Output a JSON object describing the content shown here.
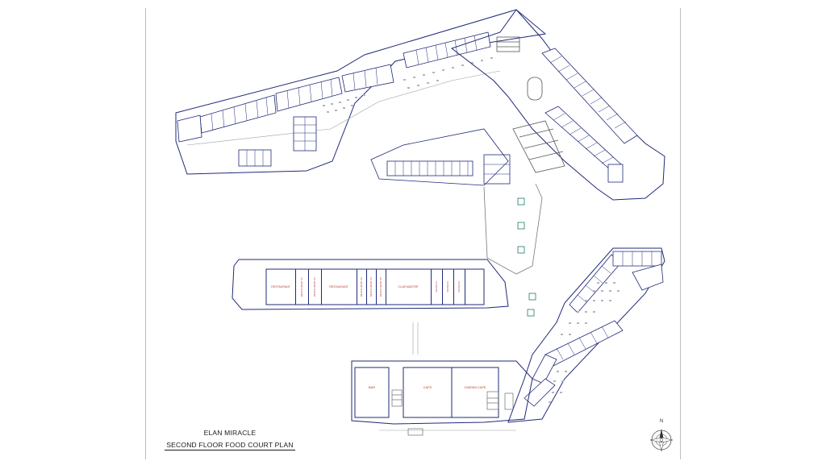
{
  "title_block": {
    "project": "ELAN MIRACLE",
    "subtitle": "SECOND FLOOR FOOD COURT PLAN"
  },
  "north_label": "N",
  "colors": {
    "wall": "#1f2a78",
    "grid": "#9aa0a6",
    "label": "#c0392b",
    "furniture": "#8c8c8c"
  },
  "anchor_stores": [
    {
      "label": "RESTAURANT"
    },
    {
      "label": "RESTAURANT 01"
    },
    {
      "label": "RESTAURANT 02"
    },
    {
      "label": "RESTAURANT"
    },
    {
      "label": "RESTAURANT 03"
    },
    {
      "label": "RESTAURANT 04"
    },
    {
      "label": "RESTAURANT 05"
    },
    {
      "label": "CLUB MASTER"
    },
    {
      "label": "KIOSK 01"
    },
    {
      "label": "KIOSK 02"
    },
    {
      "label": "KIOSK 03"
    }
  ],
  "lower_block": [
    {
      "label": "BAR"
    },
    {
      "label": "CAFE"
    },
    {
      "label": "CINEMA CAFE"
    }
  ]
}
